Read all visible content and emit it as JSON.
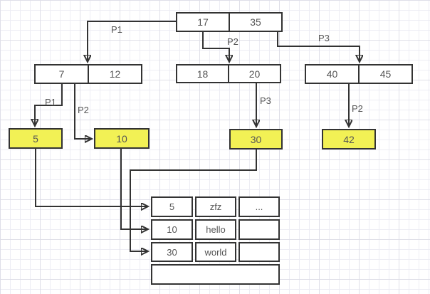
{
  "colors": {
    "leaf_fill": "#f2f155",
    "line": "#333333",
    "box_fill": "#ffffff",
    "text": "#555555",
    "grid_minor": "#ededf4",
    "grid_major": "#dfdfe8"
  },
  "nodes": {
    "root": {
      "cells": [
        "17",
        "35"
      ]
    },
    "left": {
      "cells": [
        "7",
        "12"
      ]
    },
    "middle": {
      "cells": [
        "18",
        "20"
      ]
    },
    "right": {
      "cells": [
        "40",
        "45"
      ]
    }
  },
  "leaves": {
    "leaf_a": "5",
    "leaf_b": "10",
    "leaf_c": "30",
    "leaf_d": "42"
  },
  "pointer_labels": {
    "root_to_left": "P1",
    "root_to_middle": "P2",
    "root_to_right": "P3",
    "left_to_leaf_a": "P1",
    "left_to_leaf_b": "P2",
    "middle_to_leaf_c": "P3",
    "right_to_leaf_d": "P2"
  },
  "table": {
    "rows": [
      [
        "5",
        "zfz",
        "..."
      ],
      [
        "10",
        "hello",
        ""
      ],
      [
        "30",
        "world",
        ""
      ]
    ],
    "empty_row": ""
  }
}
